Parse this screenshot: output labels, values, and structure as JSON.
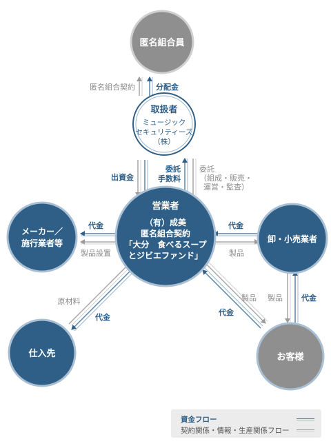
{
  "nodes": {
    "investor": {
      "lines": [
        "匿名組合員"
      ],
      "color": "#8f8f8f"
    },
    "handler": {
      "title": "取扱者",
      "lines": [
        "ミュージック",
        "セキュリティーズ",
        "（株）"
      ],
      "color": "#ffffff",
      "accent": "#2f5f86"
    },
    "operator": {
      "title": "営業者",
      "lines": [
        "（有）成美",
        "匿名組合契約",
        "「大分　食べるスープ",
        "とジビエファンド」"
      ],
      "color": "#2f5f86"
    },
    "maker": {
      "lines": [
        "メーカー／",
        "施行業者等"
      ],
      "color": "#2f5f86"
    },
    "wholesaler": {
      "lines": [
        "卸・小売業者"
      ],
      "color": "#2f5f86"
    },
    "supplier": {
      "lines": [
        "仕入先"
      ],
      "color": "#2f5f86"
    },
    "customer": {
      "lines": [
        "お客様"
      ],
      "color": "#8f8f8f"
    }
  },
  "labels": {
    "contract": "匿名組合契約",
    "distribution": "分配金",
    "investment": "出資金",
    "fee_1": "委託",
    "fee_2": "手数料",
    "delegation_1": "委託",
    "delegation_2": "（組成・販売・",
    "delegation_3": "運営・監査）",
    "maker_payment": "代金",
    "maker_product": "製品設置",
    "wholesale_payment": "代金",
    "wholesale_product": "製品",
    "raw_material": "原材料",
    "supplier_payment": "代金",
    "customer_product": "製品",
    "customer_payment": "代金",
    "retail_product": "製品",
    "retail_payment": "代金"
  },
  "legend": {
    "money_flow": "資金フロー",
    "info_flow": "契約関係・情報・生産関係フロー"
  },
  "colors": {
    "blue": "#2f5f86",
    "gray": "#8f8f8f",
    "light_blue": "#9cb6cf",
    "light_gray": "#cfcfcf"
  }
}
